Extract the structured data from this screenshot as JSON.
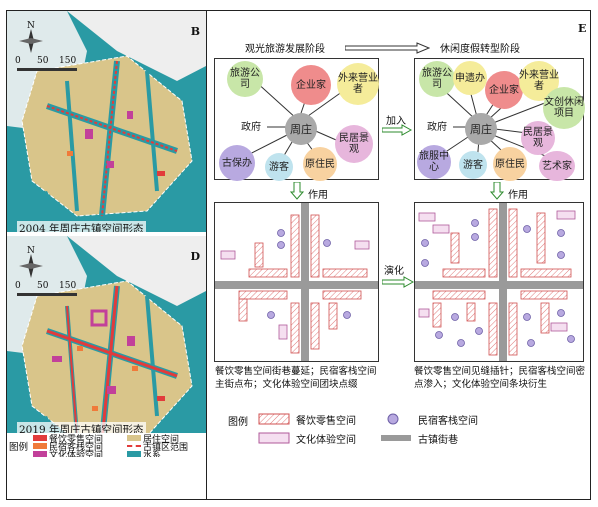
{
  "maps": {
    "top": {
      "letter": "B",
      "caption": "2004 年周庄古镇空间形态"
    },
    "bottom": {
      "letter": "D",
      "caption": "2019 年周庄古镇空间形态"
    },
    "north": "N",
    "scale_labels": [
      "0",
      "50",
      "150"
    ]
  },
  "panel_e": {
    "letter": "E",
    "stage_left": "观光旅游发展阶段",
    "stage_right": "休闲度假转型阶段",
    "join_label": "加入",
    "effect_label": "作用",
    "evolve_label": "演化",
    "left_actors": [
      "旅游公司",
      "企业家",
      "外来营业者",
      "政府",
      "民居景观",
      "古保办",
      "游客",
      "原住民"
    ],
    "hub": "周庄",
    "right_actors": [
      "旅游公司",
      "申遗办",
      "企业家",
      "外来营业者",
      "政府",
      "文创休闲项目",
      "民居景观",
      "旅服中心",
      "游客",
      "原住民",
      "艺术家"
    ],
    "desc_left": "餐饮零售空间街巷蔓延；民宿客栈空间主街点布；文化体验空间团块点缀",
    "desc_right": "餐饮零售空间见缝插针；民宿客栈空间密点渗入；文化体验空间条块衍生",
    "legend_title": "图例",
    "legend": [
      "餐饮零售空间",
      "民宿客栈空间",
      "文化体验空间",
      "古镇街巷"
    ]
  },
  "map_legend": {
    "title": "图例",
    "items": [
      "餐饮零售空间",
      "居住空间",
      "民宿客栈空间",
      "古镇区范围",
      "文化体验空间",
      "水系"
    ]
  },
  "colors": {
    "water": "#2a9aa4",
    "residential": "#d9c58a",
    "catering": "#e23b3b",
    "homestay": "#f07a3a",
    "culture": "#c2409a",
    "street": "#9a9a9a",
    "hub": "#a9a9a9"
  }
}
